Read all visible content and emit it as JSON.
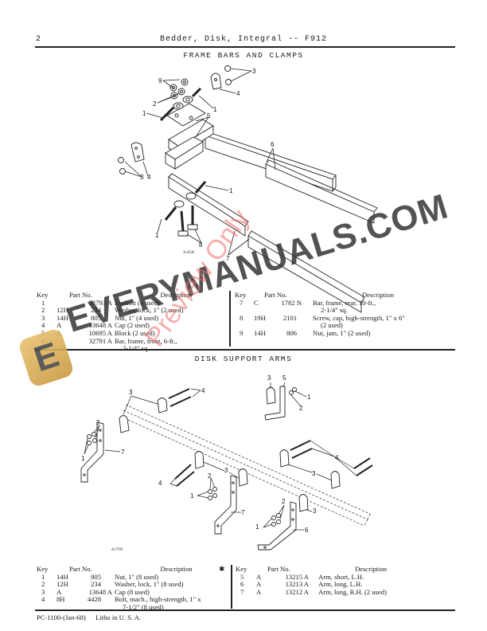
{
  "header": {
    "page_number": "2",
    "title": "Bedder, Disk, Integral -- F912"
  },
  "sections": [
    {
      "title": "FRAME BARS AND CLAMPS",
      "figure_id": "A 4336",
      "columns": {
        "key": "Key",
        "part_no": "Part No.",
        "description": "Description"
      },
      "left_parts": [
        {
          "key": "1",
          "prefix": "",
          "number": "32793 A",
          "description": [
            "Eyebolt (4 used)"
          ]
        },
        {
          "key": "2",
          "prefix": "12H",
          "number": "234",
          "description": [
            "Washer, lock, 1\" (2 used)"
          ]
        },
        {
          "key": "3",
          "prefix": "14H",
          "number": "805",
          "description": [
            "Nut, 1\" (4 used)"
          ]
        },
        {
          "key": "4",
          "prefix": "A",
          "number": "13648 A",
          "description": [
            "Cap (2 used)"
          ]
        },
        {
          "key": "5",
          "prefix": "A",
          "number": "10695 A",
          "description": [
            "Block (2 used)"
          ]
        },
        {
          "key": "6",
          "prefix": "",
          "number": "32791 A",
          "description": [
            "Bar, frame, front, 6-ft.,",
            "2-1/4\" sq."
          ]
        }
      ],
      "right_parts": [
        {
          "key": "7",
          "prefix": "C",
          "number": "1782 N",
          "description": [
            "Bar, frame, rear, 10-ft.,",
            "2-1/4\" sq."
          ]
        },
        {
          "key": "8",
          "prefix": "19H",
          "number": "2101",
          "description": [
            "Screw, cap, high-strength, 1\" x 6\"",
            "(2 used)"
          ]
        },
        {
          "key": "9",
          "prefix": "14H",
          "number": "806",
          "description": [
            "Nut, jam, 1\" (2 used)"
          ]
        }
      ]
    },
    {
      "title": "DISK SUPPORT ARMS",
      "figure_id": "A 5795",
      "columns": {
        "key": "Key",
        "part_no": "Part No.",
        "description": "Description"
      },
      "left_parts": [
        {
          "key": "1",
          "prefix": "14H",
          "number": "805",
          "description": [
            "Nut, 1\" (8 used)"
          ]
        },
        {
          "key": "2",
          "prefix": "12H",
          "number": "234",
          "description": [
            "Washer, lock, 1\" (8 used)"
          ]
        },
        {
          "key": "3",
          "prefix": "A",
          "number": "13648 A",
          "description": [
            "Cap (8 used)"
          ]
        },
        {
          "key": "4",
          "prefix": "8H",
          "number": "4428",
          "description": [
            "Bolt, mach., high-strength, 1\" x",
            "7-1/2\" (8 used)"
          ]
        }
      ],
      "right_parts": [
        {
          "key": "5",
          "prefix": "A",
          "number": "13215 A",
          "description": [
            "Arm, short, L.H."
          ]
        },
        {
          "key": "6",
          "prefix": "A",
          "number": "13213 A",
          "description": [
            "Arm, long, L.H."
          ]
        },
        {
          "key": "7",
          "prefix": "A",
          "number": "13212 A",
          "description": [
            "Arm, long, R.H. (2 used)"
          ]
        }
      ]
    }
  ],
  "diagram_callouts": {
    "frame": [
      "1",
      "2",
      "3",
      "4",
      "5",
      "6",
      "7",
      "8",
      "9"
    ],
    "disk": [
      "1",
      "2",
      "3",
      "4",
      "5",
      "6",
      "7"
    ]
  },
  "footer": {
    "code": "PC-1100-(Jan-68)",
    "printed": "Litho in U. S. A."
  },
  "watermark": {
    "brand": "EVERYMANUALS.COM",
    "overlay": "Preview Only",
    "logo_letter": "E",
    "colors": {
      "brand_text": "#3a3a3a",
      "overlay": "#f08080",
      "logo": "#d9b05a"
    }
  }
}
